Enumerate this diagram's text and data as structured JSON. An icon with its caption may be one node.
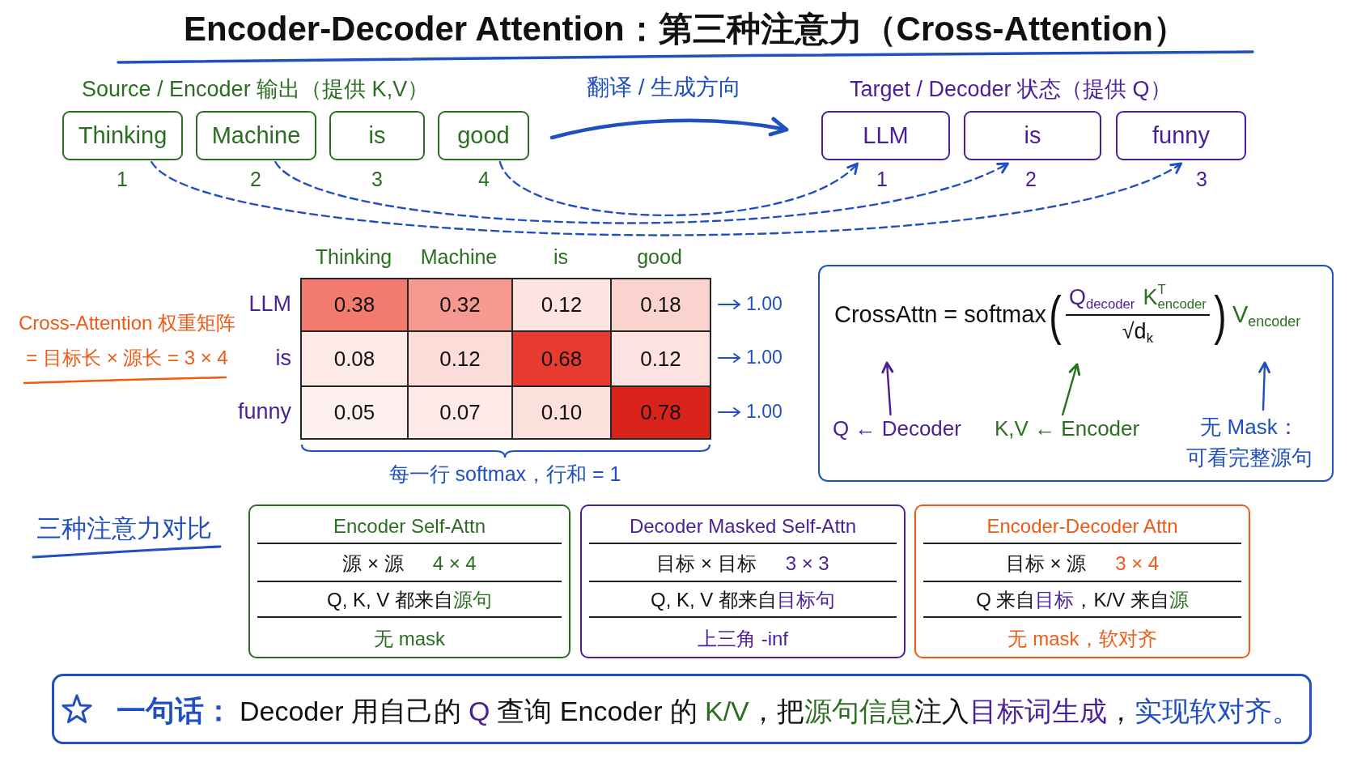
{
  "diagram": {
    "title": "Encoder-Decoder Attention：第三种注意力（Cross-Attention）",
    "nodes": [
      {
        "text": [
          "Thinking"
        ],
        "beside": [
          "1"
        ]
      },
      {
        "text": [
          "Machine"
        ],
        "beside": [
          "2"
        ]
      },
      {
        "text": [
          "is"
        ],
        "beside": [
          "3"
        ]
      },
      {
        "text": [
          "good"
        ],
        "beside": [
          "4"
        ]
      },
      {
        "text": [
          "LLM"
        ],
        "beside": [
          "1"
        ]
      },
      {
        "text": [
          "is"
        ],
        "beside": [
          "2"
        ]
      },
      {
        "text": [
          "funny"
        ],
        "beside": [
          "3"
        ]
      },
      {
        "text": [
          "CrossAttn = softmax",
          "(",
          "Q$_{decoder}$",
          "K$^{T}$$_{encoder}$",
          "√d$_{k}$",
          ")",
          "V$_{encoder}$"
        ]
      },
      {
        "text": [
          "Q ← Decoder"
        ],
        "in": 7
      },
      {
        "text": [
          "K,V ← Encoder"
        ],
        "in": 7
      },
      {
        "text": [
          "无 Mask：可看完整源句"
        ],
        "in": 7
      },
      {
        "text": [
          "Encoder Self-Attn",
          "源 × 源",
          "4 × 4",
          "Q, K, V 都来自",
          "源句",
          "无 mask"
        ]
      },
      {
        "text": [
          "Decoder Masked Self-Attn",
          "目标 × 目标",
          "3 × 3",
          "Q, K, V 都来自",
          "目标句",
          "上三角 -inf"
        ]
      },
      {
        "text": [
          "Encoder-Decoder Attn",
          "目标 × 源",
          "3 × 4",
          "Q 来自",
          "目标",
          "，K/V 来自",
          "源",
          "无 mask，软对齐"
        ]
      },
      {
        "text": [
          "一句话：",
          "Decoder 用自己的",
          "Q",
          "查询 Encoder 的",
          "K/V",
          "，把",
          "源句信息",
          "注入",
          "目标词生成",
          "，",
          "实现软对齐。"
        ]
      }
    ],
    "edges": [
      {
        "from": 0,
        "to": 6,
        "arrow": "to",
        "style": "dashed"
      },
      {
        "from": 1,
        "to": 5,
        "arrow": "to",
        "style": "dashed"
      },
      {
        "from": 3,
        "to": 4,
        "arrow": "to",
        "style": "dashed"
      },
      {
        "from": 8,
        "to": null,
        "arrow": "to",
        "color": "#4a1e96"
      },
      {
        "from": 9,
        "to": null,
        "arrow": "to",
        "color": "#2b6e22"
      },
      {
        "from": 10,
        "to": null,
        "arrow": "to"
      }
    ],
    "labels": [
      "Source / Encoder 输出（提供 K,V）",
      "翻译 / 生成方向",
      "Target / Decoder 状态（提供 Q）",
      "Thinking",
      "Machine",
      "is",
      "good",
      "Cross-Attention 权重矩阵 = 目标长 × 源长 = 3 × 4",
      "LLM",
      "0.38",
      "0.32",
      "0.12",
      "0.18",
      "1.00",
      "is",
      "0.08",
      "0.12",
      "0.68",
      "0.12",
      "1.00",
      "funny",
      "0.05",
      "0.07",
      "0.10",
      "0.78",
      "1.00",
      "每一行 softmax，行和 = 1",
      "三种注意力对比"
    ]
  }
}
